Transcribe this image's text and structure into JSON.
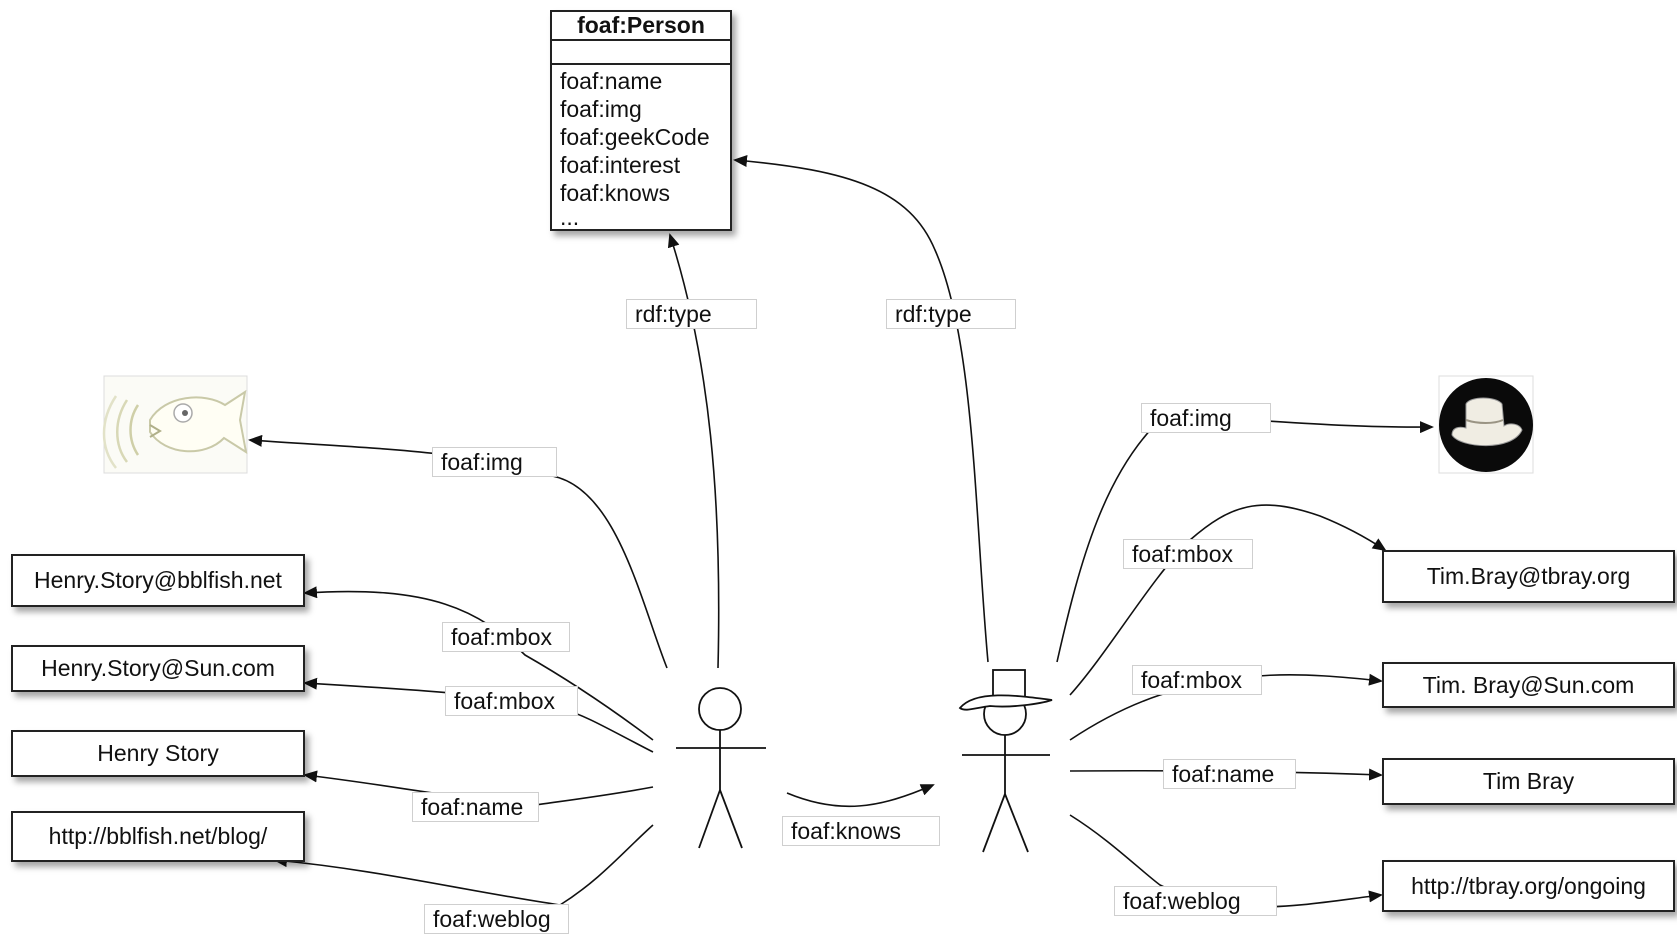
{
  "person_class": {
    "title": "foaf:Person",
    "attributes": [
      "foaf:name",
      "foaf:img",
      "foaf:geekCode",
      "foaf:interest",
      "foaf:knows",
      "..."
    ]
  },
  "henry": {
    "mbox1": "Henry.Story@bblfish.net",
    "mbox2": "Henry.Story@Sun.com",
    "name": "Henry Story",
    "weblog": "http://bblfish.net/blog/",
    "img_icon": "fish-image-icon"
  },
  "tim": {
    "mbox1": "Tim.Bray@tbray.org",
    "mbox2": "Tim. Bray@Sun.com",
    "name": "Tim Bray",
    "weblog": "http://tbray.org/ongoing",
    "img_icon": "hat-image-icon"
  },
  "edges": {
    "rdf_type": "rdf:type",
    "foaf_img": "foaf:img",
    "foaf_mbox": "foaf:mbox",
    "foaf_name": "foaf:name",
    "foaf_weblog": "foaf:weblog",
    "foaf_knows": "foaf:knows"
  },
  "colors": {
    "stroke": "#111111",
    "shadow": "#00000059"
  }
}
